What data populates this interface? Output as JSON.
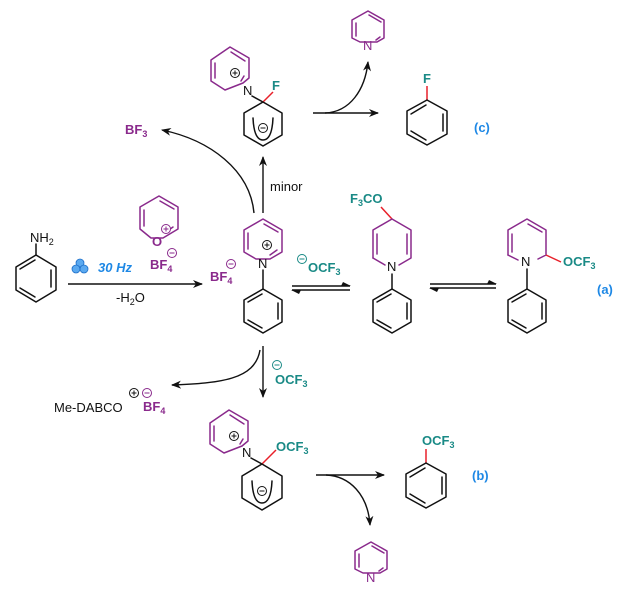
{
  "diagram": {
    "title": "Mechanochemical deamination of aniline via N-aryl pyridinium intermediate: pathways (a), (b), (c)",
    "colors": {
      "pyridine": "#8a2a8c",
      "trifluoromethoxy": "#1a8a86",
      "new_bond": "#e8202a",
      "pathway_label": "#1e88e5",
      "bonds": "#111111"
    },
    "molecules": {
      "aniline": {
        "name": "aniline",
        "substituent": "NH",
        "sub2": "2"
      },
      "pyrylium": {
        "name": "pyrylium tetrafluoroborate",
        "heteroatom": "O",
        "counterion": "BF",
        "counterion_sub": "4"
      },
      "pyridinium": {
        "name": "N-phenylpyridinium tetrafluoroborate",
        "N": "N",
        "counterion": "BF",
        "counterion_sub": "4"
      },
      "dihydropyridine_4": {
        "name": "4-OCF3 dihydropyridine",
        "group": "F",
        "group_sub": "3",
        "group_tail": "CO",
        "N": "N"
      },
      "dihydropyridine_2": {
        "name": "2-OCF3 dihydropyridine",
        "group": "OCF",
        "group_sub": "3",
        "N": "N"
      },
      "meisenheimer_F": {
        "name": "fluoro Meisenheimer intermediate",
        "N": "N",
        "group": "F"
      },
      "meisenheimer_OCF3": {
        "name": "OCF3 Meisenheimer intermediate",
        "N": "N",
        "group": "OCF",
        "group_sub": "3"
      },
      "fluorobenzene": {
        "name": "fluorobenzene",
        "group": "F"
      },
      "trifluoromethoxybenzene": {
        "name": "trifluoromethoxybenzene",
        "group": "OCF",
        "group_sub": "3"
      },
      "pyridine_top": {
        "name": "pyridine",
        "N": "N"
      },
      "pyridine_bottom": {
        "name": "pyridine",
        "N": "N"
      }
    },
    "reagents": {
      "frequency": "30 Hz",
      "byproduct_water": "-H",
      "water_sub": "2",
      "water_tail": "O",
      "nucleophile": "OCF",
      "nucleophile_sub": "3",
      "bf3": "BF",
      "bf3_sub": "3",
      "me_dabco": "Me-DABCO",
      "me_dabco_counterion": "BF",
      "me_dabco_counterion_sub": "4",
      "minor_label": "minor"
    },
    "pathway_labels": {
      "a": "(a)",
      "b": "(b)",
      "c": "(c)"
    },
    "icons": {
      "ball_mill": "ball-mill-icon",
      "plus_charge": "⊕",
      "minus_charge": "⊖"
    }
  }
}
